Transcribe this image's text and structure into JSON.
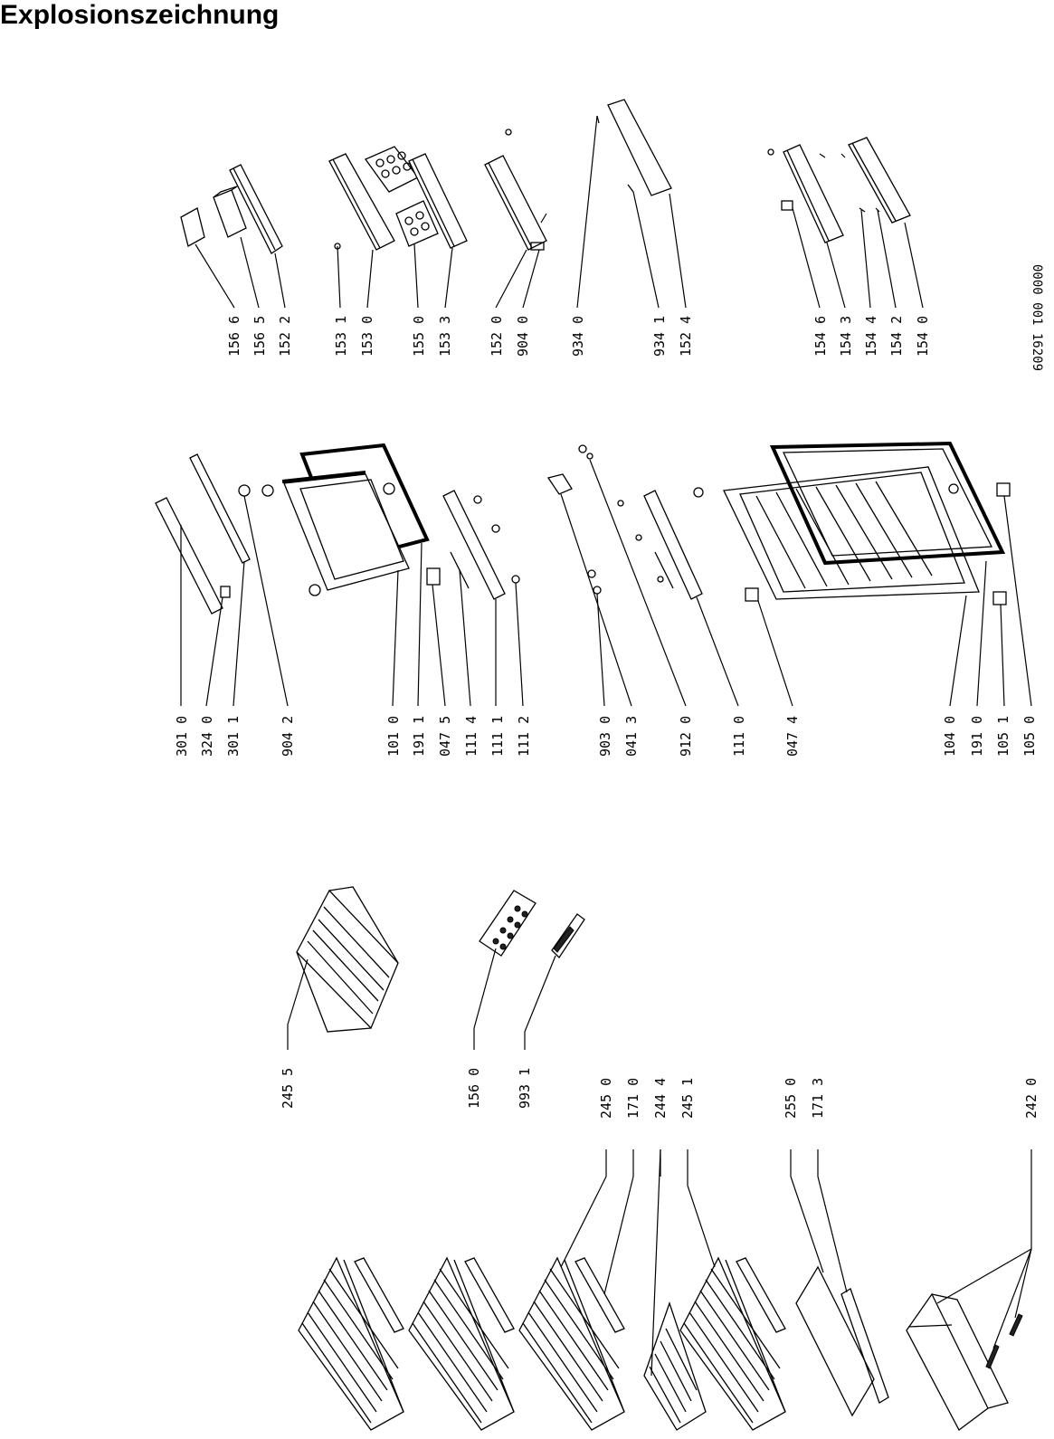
{
  "title": "Explosionszeichnung",
  "doc_code": "0000 001  16209",
  "labels": [
    {
      "id": "l-156-6",
      "text": "156 6"
    },
    {
      "id": "l-156-5",
      "text": "156 5"
    },
    {
      "id": "l-152-2",
      "text": "152 2"
    },
    {
      "id": "l-153-1",
      "text": "153 1"
    },
    {
      "id": "l-153-0",
      "text": "153 0"
    },
    {
      "id": "l-155-0",
      "text": "155 0"
    },
    {
      "id": "l-153-3",
      "text": "153 3"
    },
    {
      "id": "l-152-0",
      "text": "152 0"
    },
    {
      "id": "l-904-0",
      "text": "904 0"
    },
    {
      "id": "l-934-0",
      "text": "934 0"
    },
    {
      "id": "l-934-1",
      "text": "934 1"
    },
    {
      "id": "l-152-4",
      "text": "152 4"
    },
    {
      "id": "l-154-6",
      "text": "154 6"
    },
    {
      "id": "l-154-3",
      "text": "154 3"
    },
    {
      "id": "l-154-4",
      "text": "154 4"
    },
    {
      "id": "l-154-2",
      "text": "154 2"
    },
    {
      "id": "l-154-0",
      "text": "154 0"
    },
    {
      "id": "l-301-0",
      "text": "301 0"
    },
    {
      "id": "l-324-0",
      "text": "324 0"
    },
    {
      "id": "l-301-1",
      "text": "301 1"
    },
    {
      "id": "l-904-2",
      "text": "904 2"
    },
    {
      "id": "l-101-0",
      "text": "101 0"
    },
    {
      "id": "l-191-1",
      "text": "191 1"
    },
    {
      "id": "l-047-5",
      "text": "047 5"
    },
    {
      "id": "l-111-4",
      "text": "111 4"
    },
    {
      "id": "l-111-1",
      "text": "111 1"
    },
    {
      "id": "l-111-2",
      "text": "111 2"
    },
    {
      "id": "l-903-0",
      "text": "903 0"
    },
    {
      "id": "l-041-3",
      "text": "041 3"
    },
    {
      "id": "l-912-0",
      "text": "912 0"
    },
    {
      "id": "l-111-0",
      "text": "111 0"
    },
    {
      "id": "l-047-4",
      "text": "047 4"
    },
    {
      "id": "l-104-0",
      "text": "104 0"
    },
    {
      "id": "l-191-0",
      "text": "191 0"
    },
    {
      "id": "l-105-1",
      "text": "105 1"
    },
    {
      "id": "l-105-0",
      "text": "105 0"
    },
    {
      "id": "l-245-5",
      "text": "245 5"
    },
    {
      "id": "l-156-0",
      "text": "156 0"
    },
    {
      "id": "l-993-1",
      "text": "993 1"
    },
    {
      "id": "l-245-0",
      "text": "245 0"
    },
    {
      "id": "l-171-0",
      "text": "171 0"
    },
    {
      "id": "l-244-4",
      "text": "244 4"
    },
    {
      "id": "l-245-1",
      "text": "245 1"
    },
    {
      "id": "l-255-0",
      "text": "255 0"
    },
    {
      "id": "l-171-3",
      "text": "171 3"
    },
    {
      "id": "l-242-0",
      "text": "242 0"
    }
  ]
}
